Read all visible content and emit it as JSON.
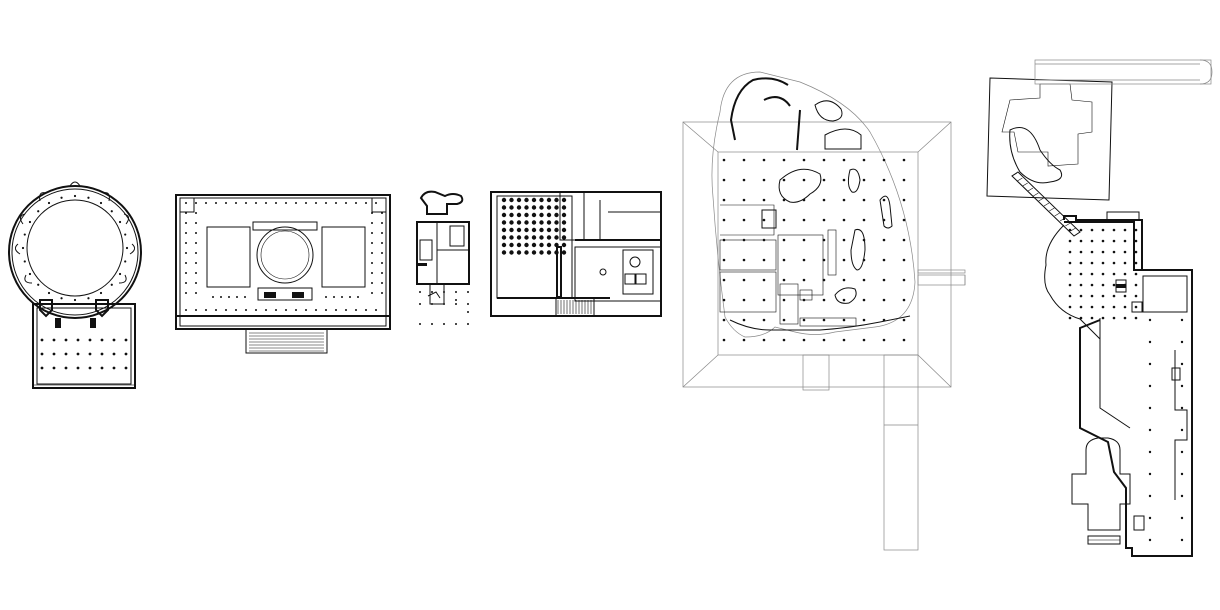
{
  "drawing": {
    "plans": [
      {
        "id": "round-temple",
        "icon": "rotunda-floorplan"
      },
      {
        "id": "pavilion",
        "icon": "colonnaded-building-floorplan"
      },
      {
        "id": "small-house",
        "icon": "small-house-floorplan"
      },
      {
        "id": "courtyard-house",
        "icon": "rectangular-house-floorplan"
      },
      {
        "id": "free-form-pavilion",
        "icon": "organic-pavilion-floorplan"
      },
      {
        "id": "elongated-complex",
        "icon": "complex-building-floorplan"
      }
    ],
    "colors": {
      "ink": "#111111",
      "grey": "#888888",
      "background": "#ffffff"
    }
  }
}
